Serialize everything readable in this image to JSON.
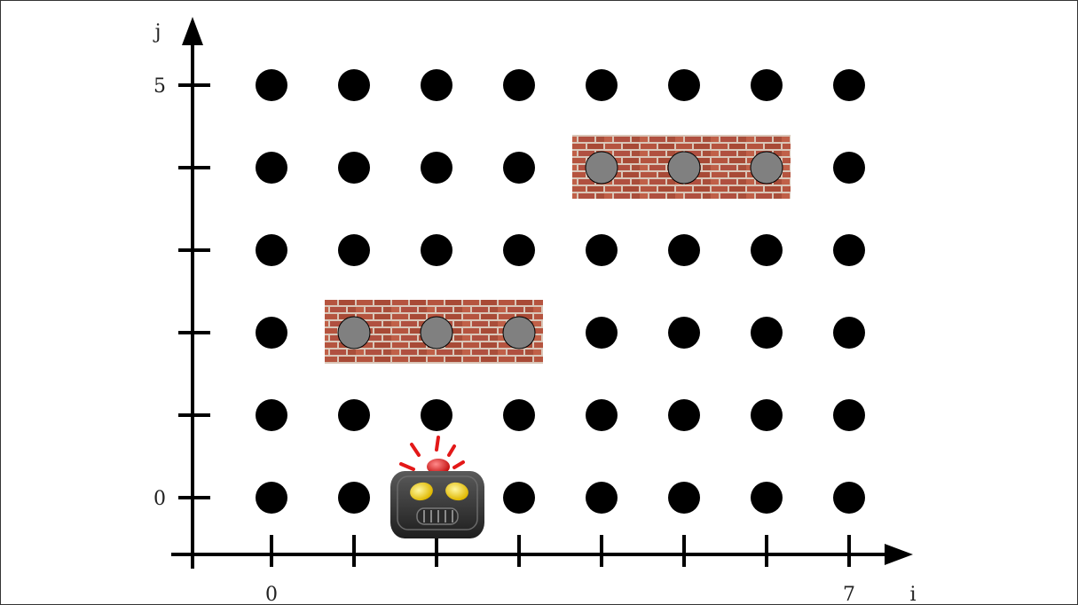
{
  "axes": {
    "x_label": "i",
    "y_label": "j",
    "x_tick_labels": [
      {
        "index": 0,
        "text": "0"
      },
      {
        "index": 7,
        "text": "7"
      }
    ],
    "y_tick_labels": [
      {
        "index": 0,
        "text": "0"
      },
      {
        "index": 5,
        "text": "5"
      }
    ]
  },
  "grid": {
    "cols": 8,
    "rows": 6,
    "point_color": "#000000",
    "blocked_point_color": "#808080"
  },
  "walls": [
    {
      "j": 2,
      "i_start": 1,
      "i_end": 3
    },
    {
      "j": 4,
      "i_start": 4,
      "i_end": 6
    }
  ],
  "robot": {
    "i": 2,
    "j": 0,
    "icon": "robot-icon",
    "body_color": "#3a3a3a",
    "eye_color": "#f2d600",
    "siren_color": "#e31818"
  },
  "colors": {
    "axis": "#000000",
    "brick": "#b5543f",
    "mortar": "#d9c6b8"
  }
}
